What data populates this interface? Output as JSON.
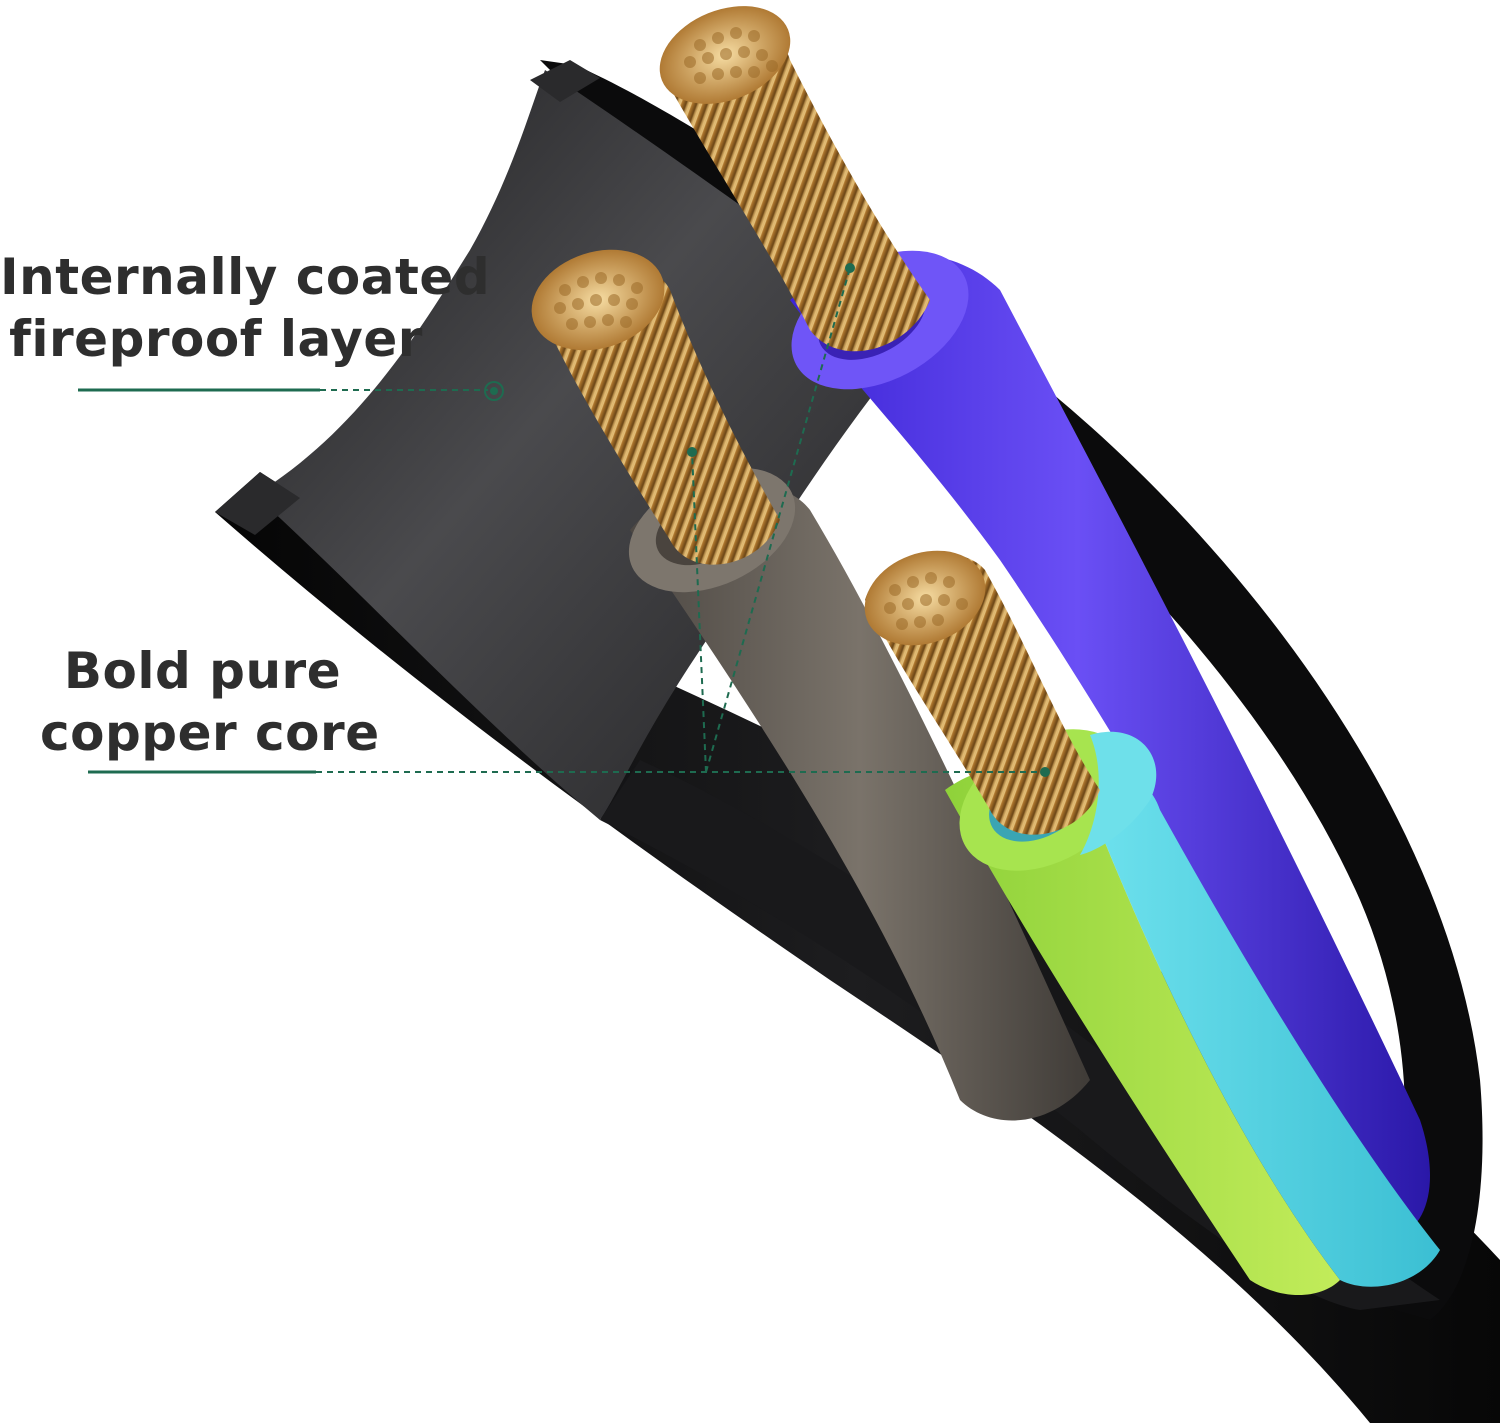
{
  "callouts": {
    "fireproof": {
      "line1": "Internally coated",
      "line2": "fireproof layer"
    },
    "copper": {
      "line1": "Bold pure",
      "line2": "copper core"
    }
  },
  "colors": {
    "callout_line": "#1e6b50",
    "label_text": "#2e2e2e",
    "sheath": "#0f0f10",
    "inner_wall": "#3a3a3c",
    "wire_brown": "#6f6a63",
    "wire_blue": "#5b3ef0",
    "wire_green_yellow": "#a9e24c",
    "wire_cyan": "#5ad7e6",
    "copper": "#c99a4a"
  }
}
